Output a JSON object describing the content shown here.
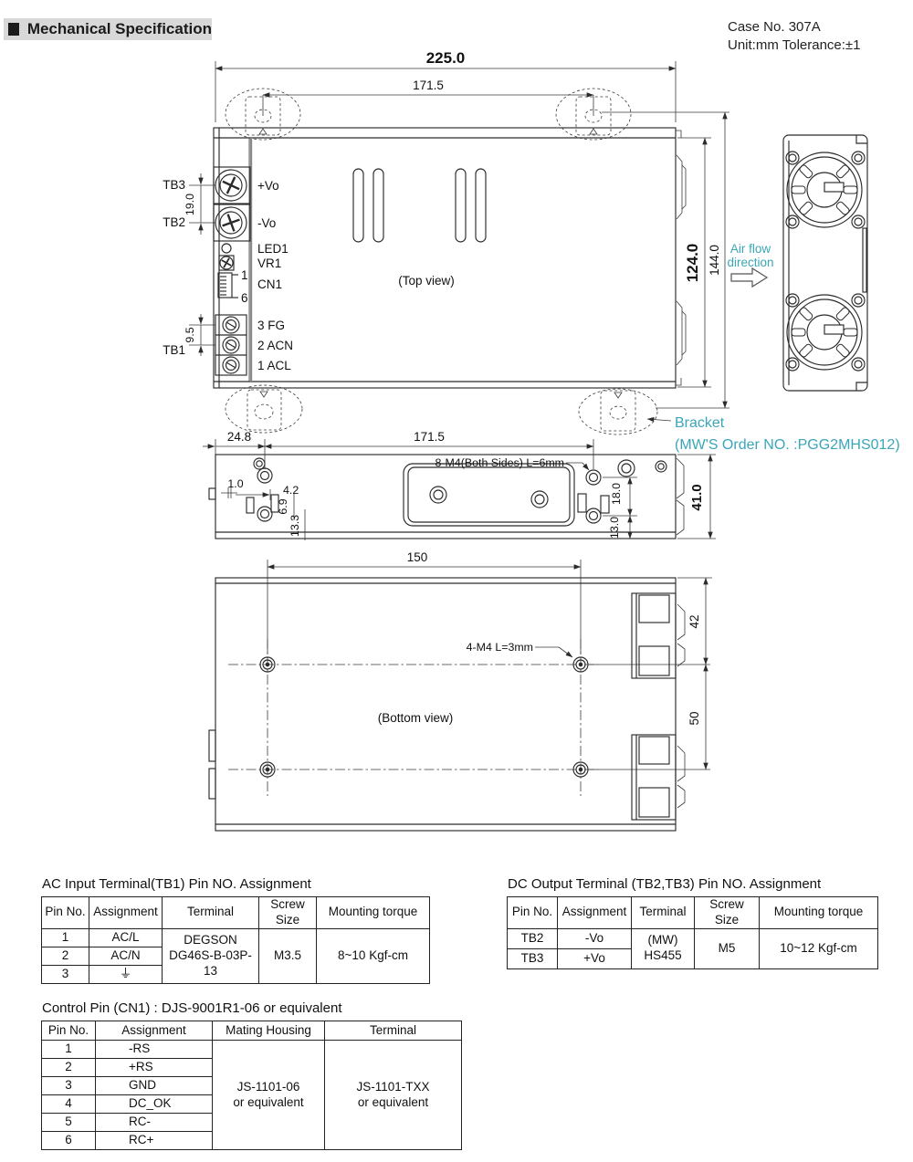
{
  "colors": {
    "accent_teal": "#3aa6b8",
    "title_bar_bg": "#d8d8d8"
  },
  "header": {
    "title": "Mechanical Specification",
    "case_no": "Case No. 307A",
    "unit": "Unit:mm Tolerance:±1"
  },
  "top_view": {
    "dim_width": "225.0",
    "dim_mount_pitch": "171.5",
    "dim_depth": "124.0",
    "dim_depth_overall": "144.0",
    "dim_tb_pitch": "19.0",
    "dim_tb1_pitch": "9.5",
    "tb3": "TB3",
    "tb2": "TB2",
    "tb1": "TB1",
    "vo_plus": "+Vo",
    "vo_minus": "-Vo",
    "led1": "LED1",
    "vr1": "VR1",
    "cn1": "CN1",
    "cn_pin_first": "1",
    "cn_pin_last": "6",
    "pin_fg": "3 FG",
    "pin_acn": "2 ACN",
    "pin_acl": "1 ACL",
    "caption": "(Top view)"
  },
  "side_view": {
    "airflow_line1": "Air flow",
    "airflow_line2": "direction"
  },
  "bracket_note": {
    "line1": "Bracket",
    "line2": "(MW'S Order NO. :PGG2MHS012)"
  },
  "rear_view": {
    "dim_edge_offset": "24.8",
    "dim_mount_pitch": "171.5",
    "dim_height": "41.0",
    "dim_1_0": "1.0",
    "dim_4_2": "4.2",
    "dim_6_9": "6.9",
    "dim_13_3": "13.3",
    "dim_18_0": "18.0",
    "dim_13_0": "13.0",
    "screw_note": "8-M4(Both Sides) L=6mm"
  },
  "bottom_view": {
    "dim_hole_pitch": "150",
    "dim_42": "42",
    "dim_50": "50",
    "screw_note": "4-M4 L=3mm",
    "caption": "(Bottom view)"
  },
  "tables": {
    "ac_input": {
      "title": "AC Input Terminal(TB1) Pin NO. Assignment",
      "headers": [
        "Pin No.",
        "Assignment",
        "Terminal",
        "Screw Size",
        "Mounting torque"
      ],
      "rows": [
        [
          "1",
          "AC/L"
        ],
        [
          "2",
          "AC/N"
        ],
        [
          "3",
          "⏚"
        ]
      ],
      "terminal_line1": "DEGSON",
      "terminal_line2": "DG46S-B-03P-13",
      "screw": "M3.5",
      "torque": "8~10 Kgf-cm"
    },
    "dc_output": {
      "title": "DC Output Terminal (TB2,TB3) Pin NO. Assignment",
      "headers": [
        "Pin No.",
        "Assignment",
        "Terminal",
        "Screw Size",
        "Mounting torque"
      ],
      "rows": [
        [
          "TB2",
          "-Vo"
        ],
        [
          "TB3",
          "+Vo"
        ]
      ],
      "terminal_line1": "(MW)",
      "terminal_line2": "HS455",
      "screw": "M5",
      "torque": "10~12 Kgf-cm"
    },
    "control_pin": {
      "title": "Control Pin (CN1) : DJS-9001R1-06 or equivalent",
      "headers": [
        "Pin No.",
        "Assignment",
        "Mating Housing",
        "Terminal"
      ],
      "rows": [
        [
          "1",
          "-RS"
        ],
        [
          "2",
          "+RS"
        ],
        [
          "3",
          "GND"
        ],
        [
          "4",
          "DC_OK"
        ],
        [
          "5",
          "RC-"
        ],
        [
          "6",
          "RC+"
        ]
      ],
      "housing_line1": "JS-1101-06",
      "housing_line2": "or equivalent",
      "terminal_line1": "JS-1101-TXX",
      "terminal_line2": "or equivalent"
    }
  }
}
